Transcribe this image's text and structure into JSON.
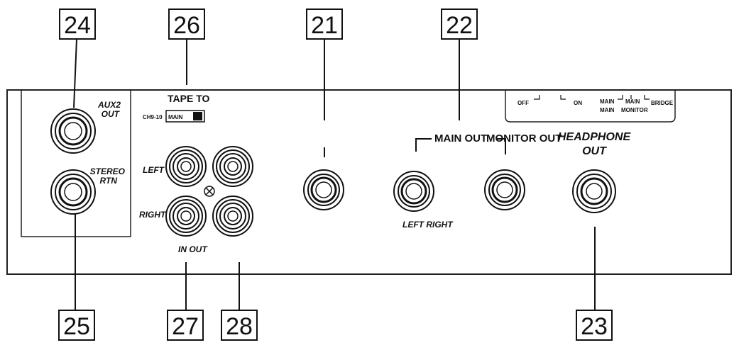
{
  "callouts": {
    "n24": "24",
    "n26": "26",
    "n21": "21",
    "n22": "22",
    "n25": "25",
    "n27": "27",
    "n28": "28",
    "n23": "23"
  },
  "labels": {
    "aux2_out_1": "AUX2",
    "aux2_out_2": "OUT",
    "stereo_rtn_1": "STEREO",
    "stereo_rtn_2": "RTN",
    "tape_to": "TAPE TO",
    "ch9_10": "CH9-10",
    "main": "MAIN",
    "left": "LEFT",
    "right": "RIGHT",
    "in_out": "IN OUT",
    "main_out": "MAIN OUT",
    "monitor_out": "MONITOR OUT",
    "headphone_out_1": "HEADPHONE",
    "headphone_out_2": "OUT",
    "left_right": "LEFT RIGHT",
    "mode_off": "OFF",
    "mode_on": "ON",
    "mode_main_main_1": "MAIN",
    "mode_main_main_2": "MAIN",
    "mode_main_monitor_1": "MAIN",
    "mode_main_monitor_2": "MONITOR",
    "mode_bridge": "BRIDGE"
  }
}
